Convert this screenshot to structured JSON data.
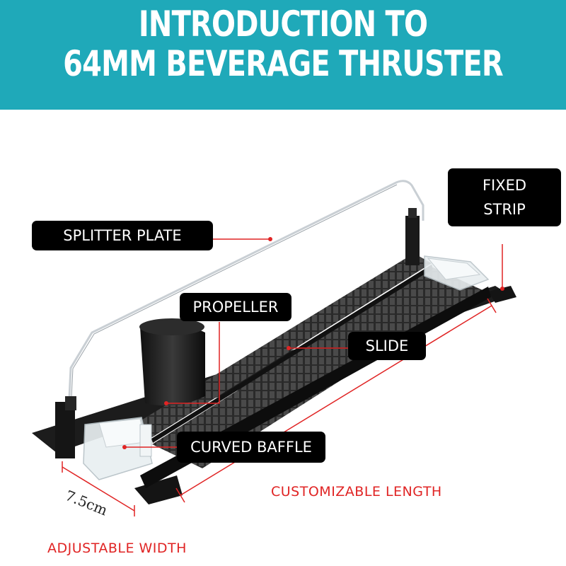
{
  "title": {
    "line1": "INTRODUCTION TO",
    "line2": "64MM BEVERAGE THRUSTER"
  },
  "callouts": {
    "splitter_plate": "SPLITTER PLATE",
    "fixed_strip_line1": "FIXED",
    "fixed_strip_line2": "STRIP",
    "propeller": "PROPELLER",
    "slide": "SLIDE",
    "curved_baffle": "CURVED BAFFLE"
  },
  "dimensions": {
    "width_value": "7.5cm",
    "width_label": "ADJUSTABLE WIDTH",
    "length_label": "CUSTOMIZABLE LENGTH"
  },
  "colors": {
    "banner": "#1fa9b9",
    "callout_bg": "#000000",
    "leader_line": "#e02424"
  }
}
